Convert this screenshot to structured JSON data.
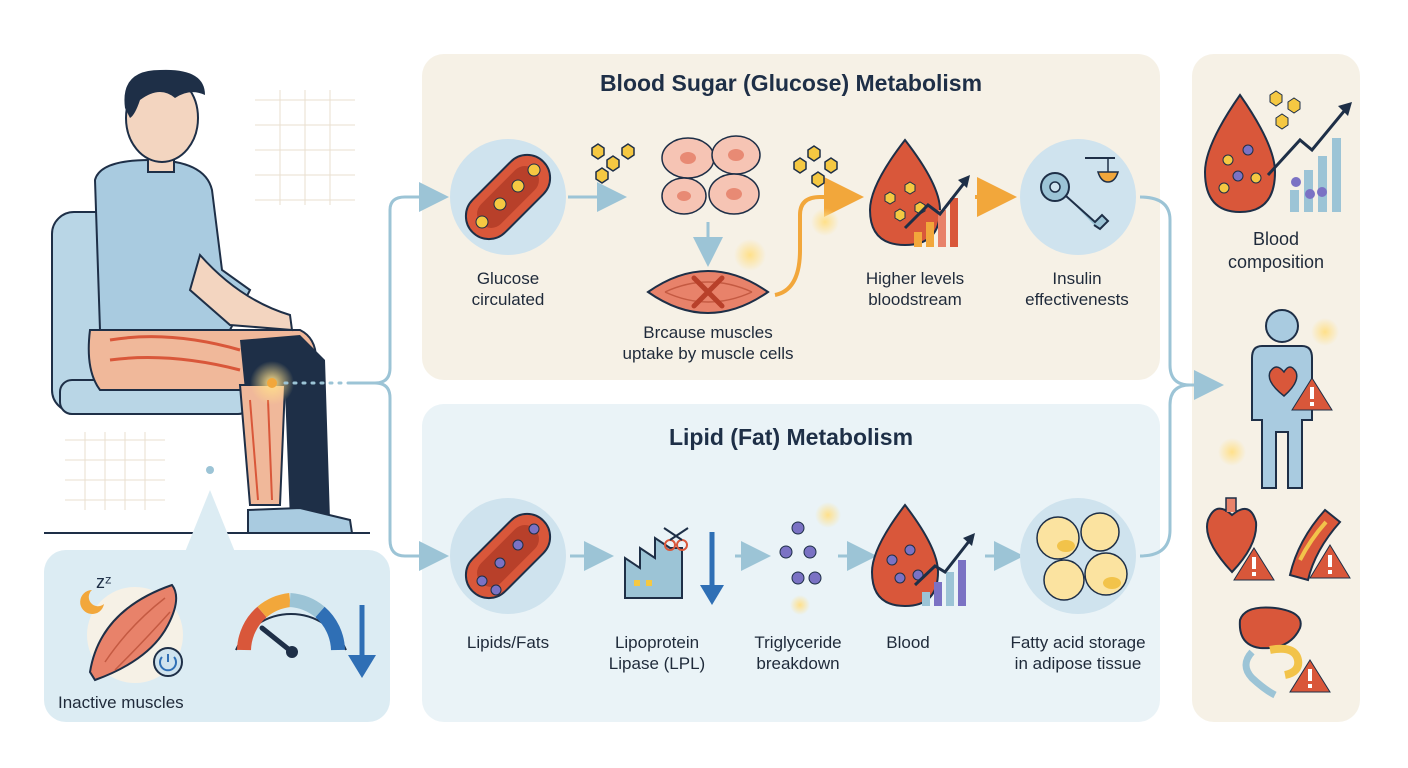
{
  "glucose": {
    "title": "Blood Sugar (Glucose) Metabolism",
    "steps": [
      {
        "label": "Glucose\ncirculated"
      },
      {
        "label": "Brcause muscles\nuptake by muscle cells"
      },
      {
        "label": "Higher levels\nbloodstream"
      },
      {
        "label": "Insulin\neffectivenests"
      }
    ]
  },
  "lipid": {
    "title": "Lipid (Fat) Metabolism",
    "steps": [
      {
        "label": "Lipids/Fats"
      },
      {
        "label": "Lipoprotein\nLipase (LPL)"
      },
      {
        "label": "Triglyceride\nbreakdown"
      },
      {
        "label": "Blood"
      },
      {
        "label": "Fatty acid storage\nin adipose tissue"
      }
    ]
  },
  "muscles": {
    "label": "Inactive muscles",
    "sleep_text": "zᶻ"
  },
  "outcome": {
    "blood_label": "Blood\ncomposition"
  },
  "colors": {
    "glucose_panel": "#f6f1e6",
    "lipid_panel": "#eaf3f7",
    "flow_arrow": "#9cc4d6",
    "accent_orange": "#f2a73b",
    "blood_red": "#d9573a",
    "glucose_yellow": "#f5c842",
    "lipid_purple": "#7b72c4",
    "navy": "#1e2f47"
  }
}
